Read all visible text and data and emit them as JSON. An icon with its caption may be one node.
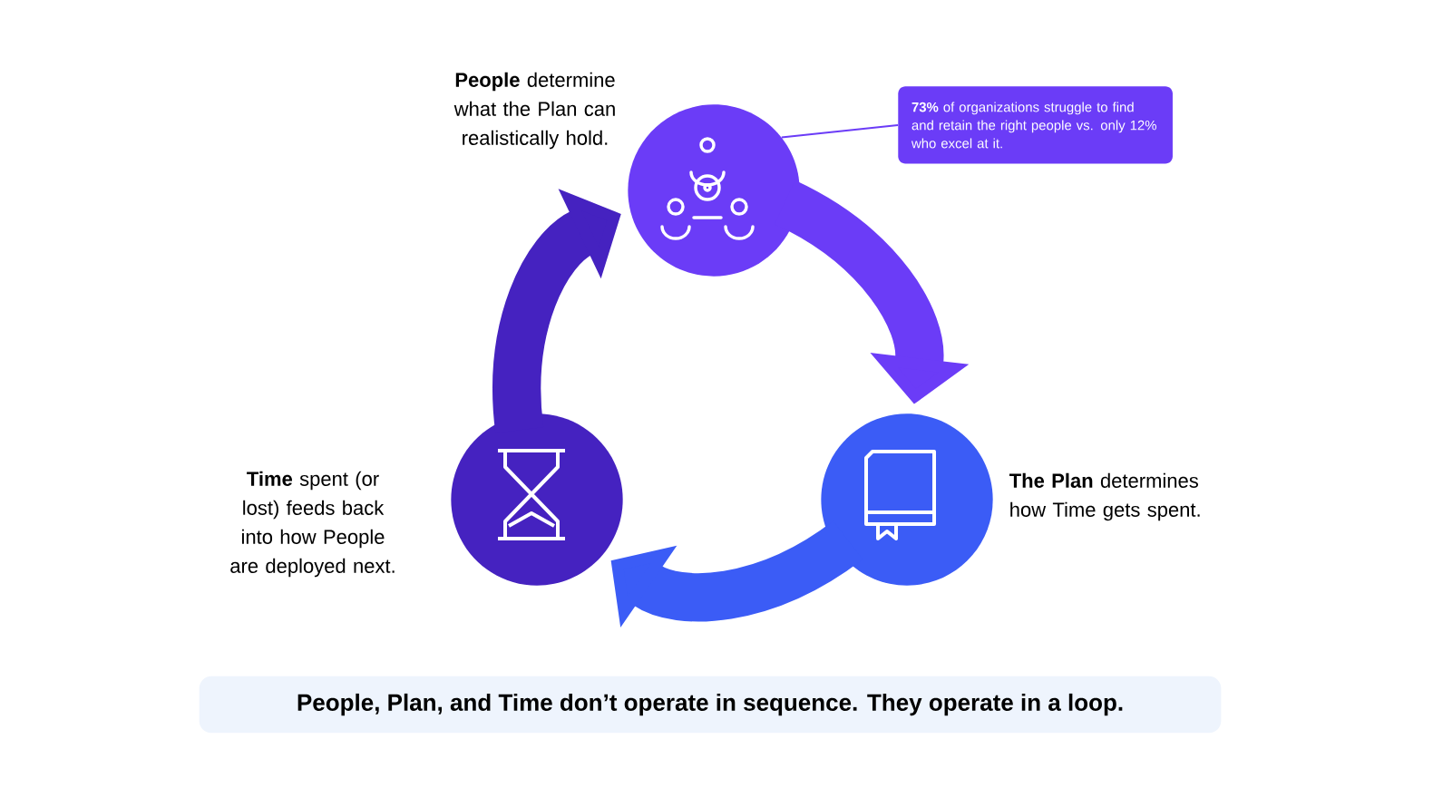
{
  "diagram": {
    "caption": "People, Plan, and Time don’t operate in sequence. They operate in a loop.",
    "nodes": [
      {
        "text": [],
        "shape": "circle",
        "beside": [
          "**People** determine what the Plan can realistically hold."
        ]
      },
      {
        "text": [],
        "shape": "circle",
        "beside": [
          "**The Plan** determines how Time gets spent."
        ]
      },
      {
        "text": [],
        "shape": "circle",
        "beside": [
          "**Time** spent (or lost) feeds back into how People are deployed next."
        ]
      },
      {
        "text": [
          "**73%** of organizations struggle to find and retain the right people vs. only 12% who excel at it."
        ]
      }
    ],
    "edges": [
      {
        "from": 0,
        "to": 1,
        "arrow": "to",
        "color": "#6b3cf7"
      },
      {
        "from": 1,
        "to": 2,
        "arrow": "to",
        "color": "#3b5cf6"
      },
      {
        "from": 2,
        "to": 0,
        "arrow": "to",
        "color": "#4522c0"
      },
      {
        "from": 3,
        "to": 0,
        "arrow": "none",
        "color": "#6b3cf7"
      }
    ]
  }
}
